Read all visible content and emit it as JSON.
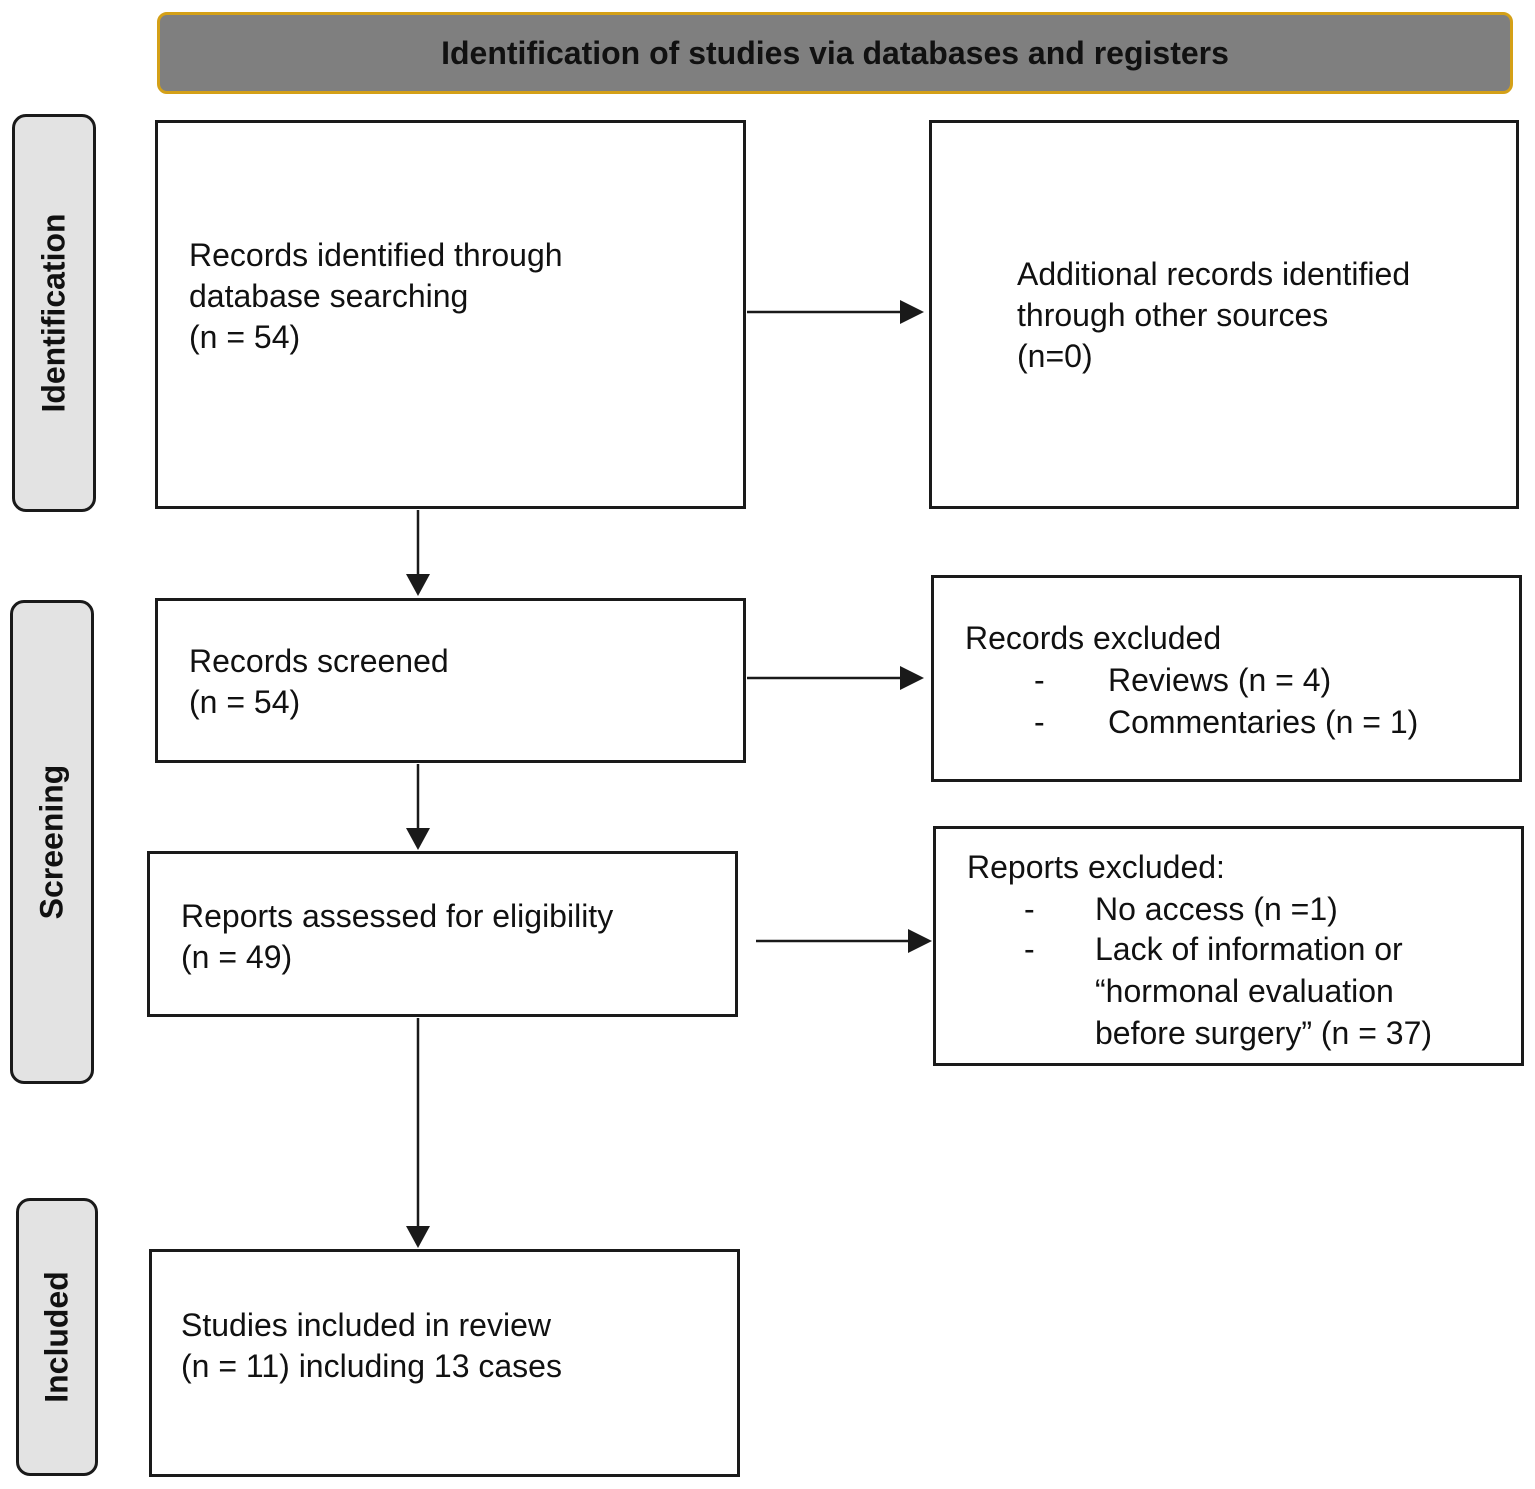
{
  "header": {
    "title": "Identification of studies via databases and registers"
  },
  "phases": {
    "identification": "Identification",
    "screening": "Screening",
    "included": "Included"
  },
  "boxes": {
    "db_records": {
      "lines": [
        "Records identified through",
        "database searching",
        "(n = 54)"
      ]
    },
    "other_sources": {
      "lines": [
        "Additional records identified",
        "through other sources",
        "(n=0)"
      ]
    },
    "screened": {
      "lines": [
        "Records screened",
        "(n = 54)"
      ]
    },
    "records_excluded": {
      "title": "Records excluded",
      "bullet": "-",
      "items": [
        "Reviews (n = 4)",
        "Commentaries (n = 1)"
      ]
    },
    "assessed": {
      "lines": [
        "Reports assessed for eligibility",
        "(n = 49)"
      ]
    },
    "reports_excluded": {
      "title": "Reports excluded:",
      "bullet": "-",
      "items": [
        {
          "lines": [
            "No access (n =1)"
          ]
        },
        {
          "lines": [
            "Lack of information or",
            "“hormonal evaluation",
            "before surgery” (n = 37)"
          ]
        }
      ]
    },
    "included": {
      "lines": [
        "Studies included in review",
        "(n = 11) including 13 cases"
      ]
    }
  },
  "colors": {
    "header_fill": "#7f7f7f",
    "header_border": "#d4a017",
    "phase_fill": "#e3e3e3",
    "line": "#1a1a1a"
  }
}
